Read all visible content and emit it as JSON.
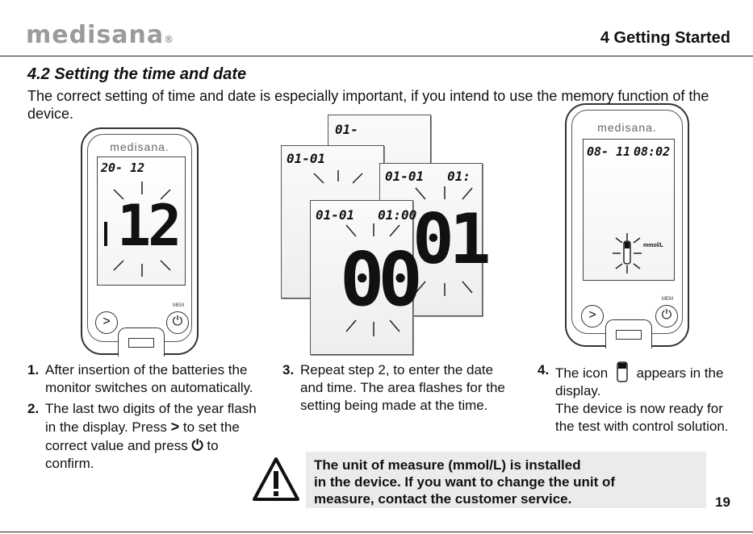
{
  "header": {
    "brand": "medisana",
    "chapter": "4 Getting Started"
  },
  "section": {
    "title": "4.2 Setting the time and date",
    "intro": "The correct setting of time and date is especially important, if you intend to use the memory function of the device."
  },
  "figures": {
    "device_left": {
      "brand": "medisana.",
      "date": "20- 12",
      "digits": "12",
      "mem": "MEM"
    },
    "panels": [
      {
        "top": "01-"
      },
      {
        "top": "01-01"
      },
      {
        "top": "01-01   01:",
        "digits": "01"
      },
      {
        "top": "01-01   01:00",
        "digits": "00"
      }
    ],
    "device_right": {
      "brand": "medisana.",
      "date": "08- 11",
      "time": "08:02",
      "unit": "mmol/L",
      "mem": "MEM"
    }
  },
  "steps": [
    {
      "num": "1.",
      "text": "After insertion of the batteries the monitor switches on automatically."
    },
    {
      "num": "2.",
      "text_a": "The last two digits of the year flash in the display. Press",
      "text_b": "to set the correct value and press",
      "text_c": "to confirm."
    },
    {
      "num": "3.",
      "text": "Repeat step 2, to enter the date and time. The area flashes for the setting being made at the time."
    },
    {
      "num": "4.",
      "text_a": "The icon",
      "text_b": "appears in the display.",
      "text_c": "The device is now ready for the test with control solution."
    }
  ],
  "warning": {
    "line1": "The unit of measure (mmol/L) is installed",
    "line2": "in the device. If you want to change the unit of",
    "line3": "measure, contact the customer service."
  },
  "page_number": "19"
}
